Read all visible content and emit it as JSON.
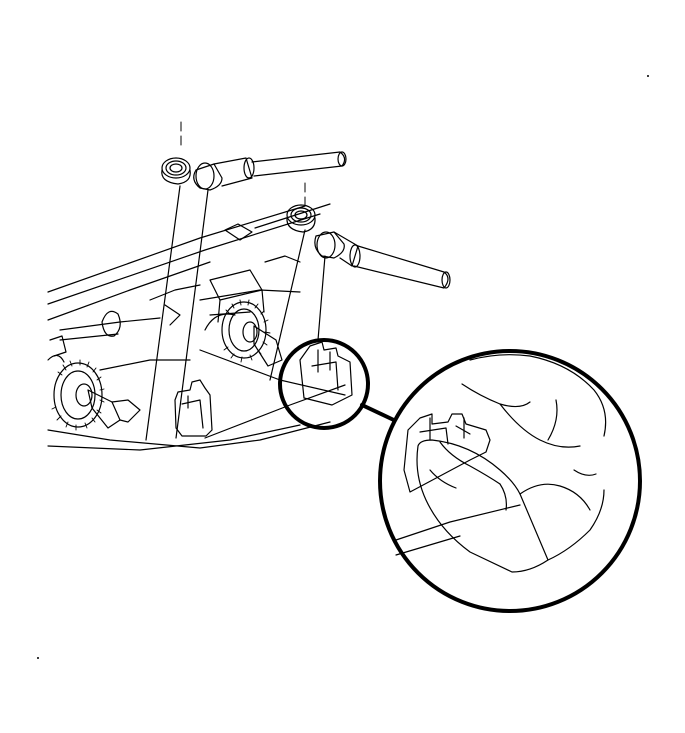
{
  "diagram": {
    "parts": [
      {
        "name": "cable-left",
        "icon": "cable-with-spring-clip"
      },
      {
        "name": "cable-right",
        "icon": "cable-with-spring-clip"
      },
      {
        "name": "control-housing",
        "icon": "hvac-control-assembly"
      },
      {
        "name": "detail-callout",
        "icon": "magnified-retainer-clip-with-thumb"
      }
    ],
    "colors": {
      "line": "#000000",
      "background": "#ffffff"
    }
  }
}
